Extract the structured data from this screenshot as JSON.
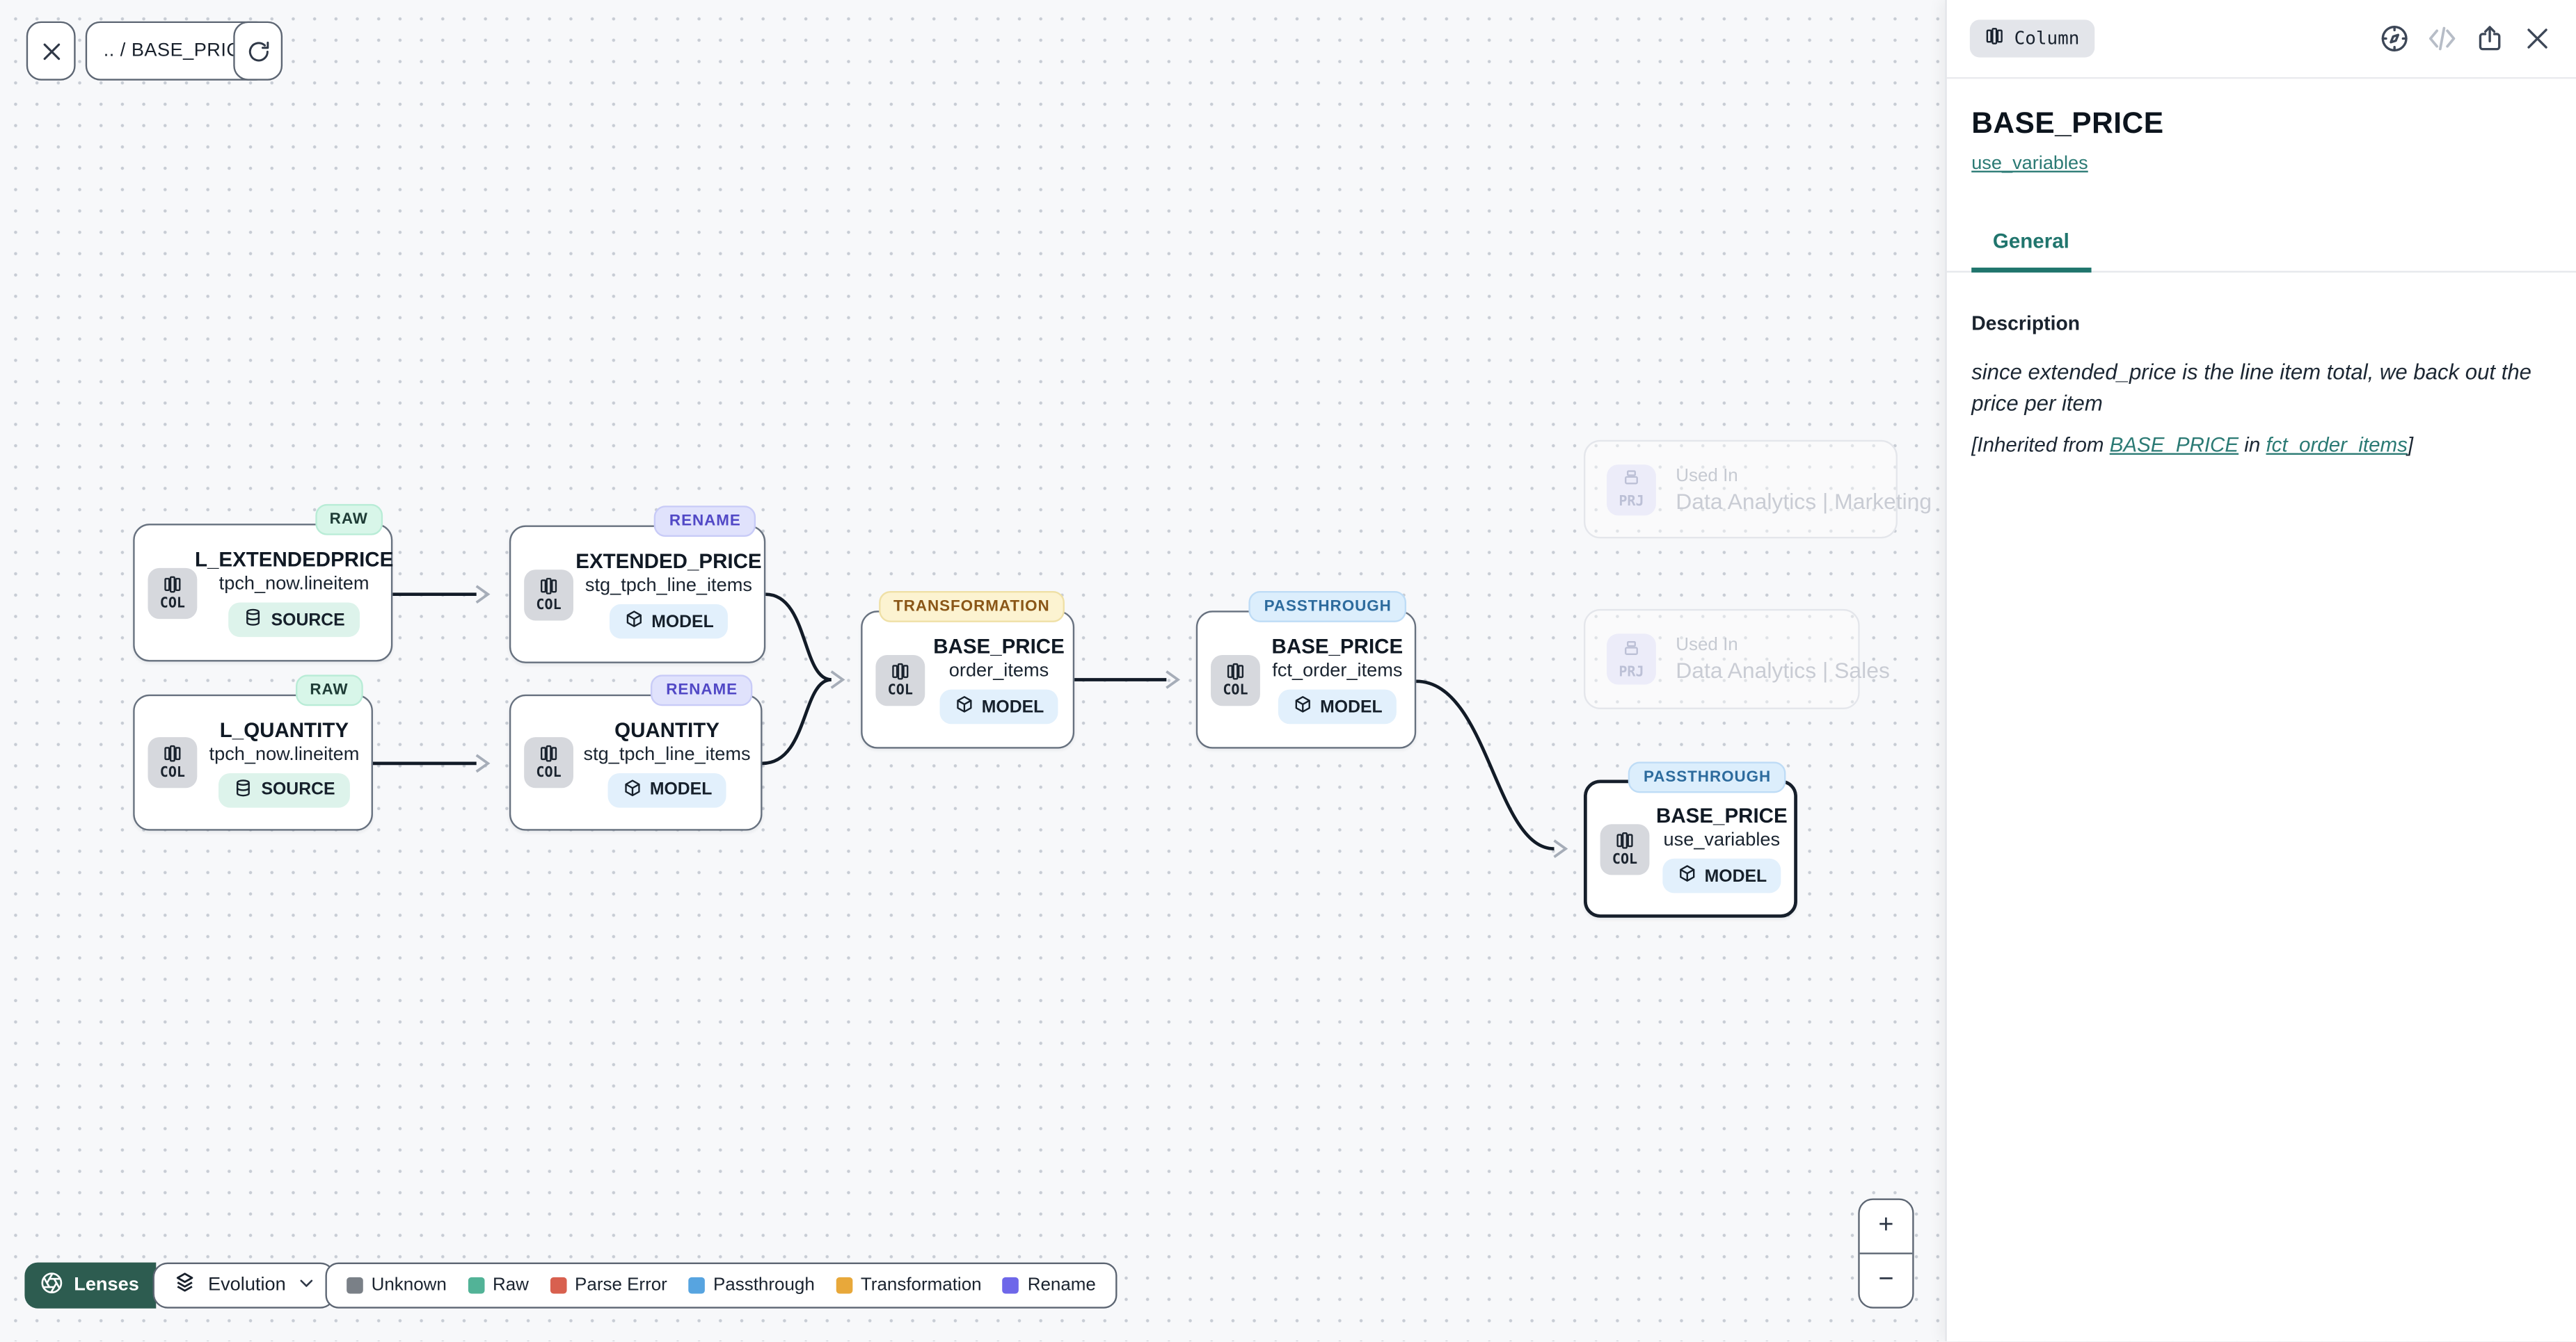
{
  "toolbar": {
    "breadcrumb": ".. / BASE_PRICE"
  },
  "graph": {
    "nodes": [
      {
        "badge": "RAW",
        "chip": "COL",
        "title": "L_EXTENDEDPRICE",
        "subtitle": "tpch_now.lineitem",
        "pill": "SOURCE"
      },
      {
        "badge": "RENAME",
        "chip": "COL",
        "title": "EXTENDED_PRICE",
        "subtitle": "stg_tpch_line_items",
        "pill": "MODEL"
      },
      {
        "badge": "RAW",
        "chip": "COL",
        "title": "L_QUANTITY",
        "subtitle": "tpch_now.lineitem",
        "pill": "SOURCE"
      },
      {
        "badge": "RENAME",
        "chip": "COL",
        "title": "QUANTITY",
        "subtitle": "stg_tpch_line_items",
        "pill": "MODEL"
      },
      {
        "badge": "TRANSFORMATION",
        "chip": "COL",
        "title": "BASE_PRICE",
        "subtitle": "order_items",
        "pill": "MODEL"
      },
      {
        "badge": "PASSTHROUGH",
        "chip": "COL",
        "title": "BASE_PRICE",
        "subtitle": "fct_order_items",
        "pill": "MODEL"
      },
      {
        "badge": "PASSTHROUGH",
        "chip": "COL",
        "title": "BASE_PRICE",
        "subtitle": "use_variables",
        "pill": "MODEL"
      }
    ],
    "ghosts": [
      {
        "chip": "PRJ",
        "label": "Used In",
        "name": "Data Analytics | Marketing"
      },
      {
        "chip": "PRJ",
        "label": "Used In",
        "name": "Data Analytics | Sales"
      }
    ]
  },
  "lenses": {
    "button_label": "Lenses",
    "selected_lens": "Evolution"
  },
  "legend": {
    "items": [
      {
        "label": "Unknown",
        "color": "#7a8087"
      },
      {
        "label": "Raw",
        "color": "#52b397"
      },
      {
        "label": "Parse Error",
        "color": "#d8604f"
      },
      {
        "label": "Passthrough",
        "color": "#57a4e0"
      },
      {
        "label": "Transformation",
        "color": "#e8a83a"
      },
      {
        "label": "Rename",
        "color": "#6e67e9"
      }
    ]
  },
  "zoom_controls": {
    "zoom_in": "+",
    "zoom_out": "−"
  },
  "panel": {
    "entity_type": "Column",
    "title": "BASE_PRICE",
    "model_link": "use_variables",
    "tab_general": "General",
    "section_heading": "Description",
    "description": "since extended_price is the line item total, we back out the price per item",
    "inherited_prefix": "[Inherited from ",
    "inherited_link_column": "BASE_PRICE",
    "inherited_middle": " in ",
    "inherited_link_model": "fct_order_items",
    "inherited_suffix": "]"
  },
  "colors": {
    "accent_teal": "#20756d",
    "lenses_green": "#2d5c50",
    "badge_raw_bg": "#d8f6e9",
    "badge_rename_bg": "#e0e2fc",
    "badge_transformation_bg": "#fcf3d1",
    "badge_passthrough_bg": "#dceefc",
    "pill_source_bg": "#ddf3eb",
    "pill_model_bg": "#e2f0fc"
  }
}
